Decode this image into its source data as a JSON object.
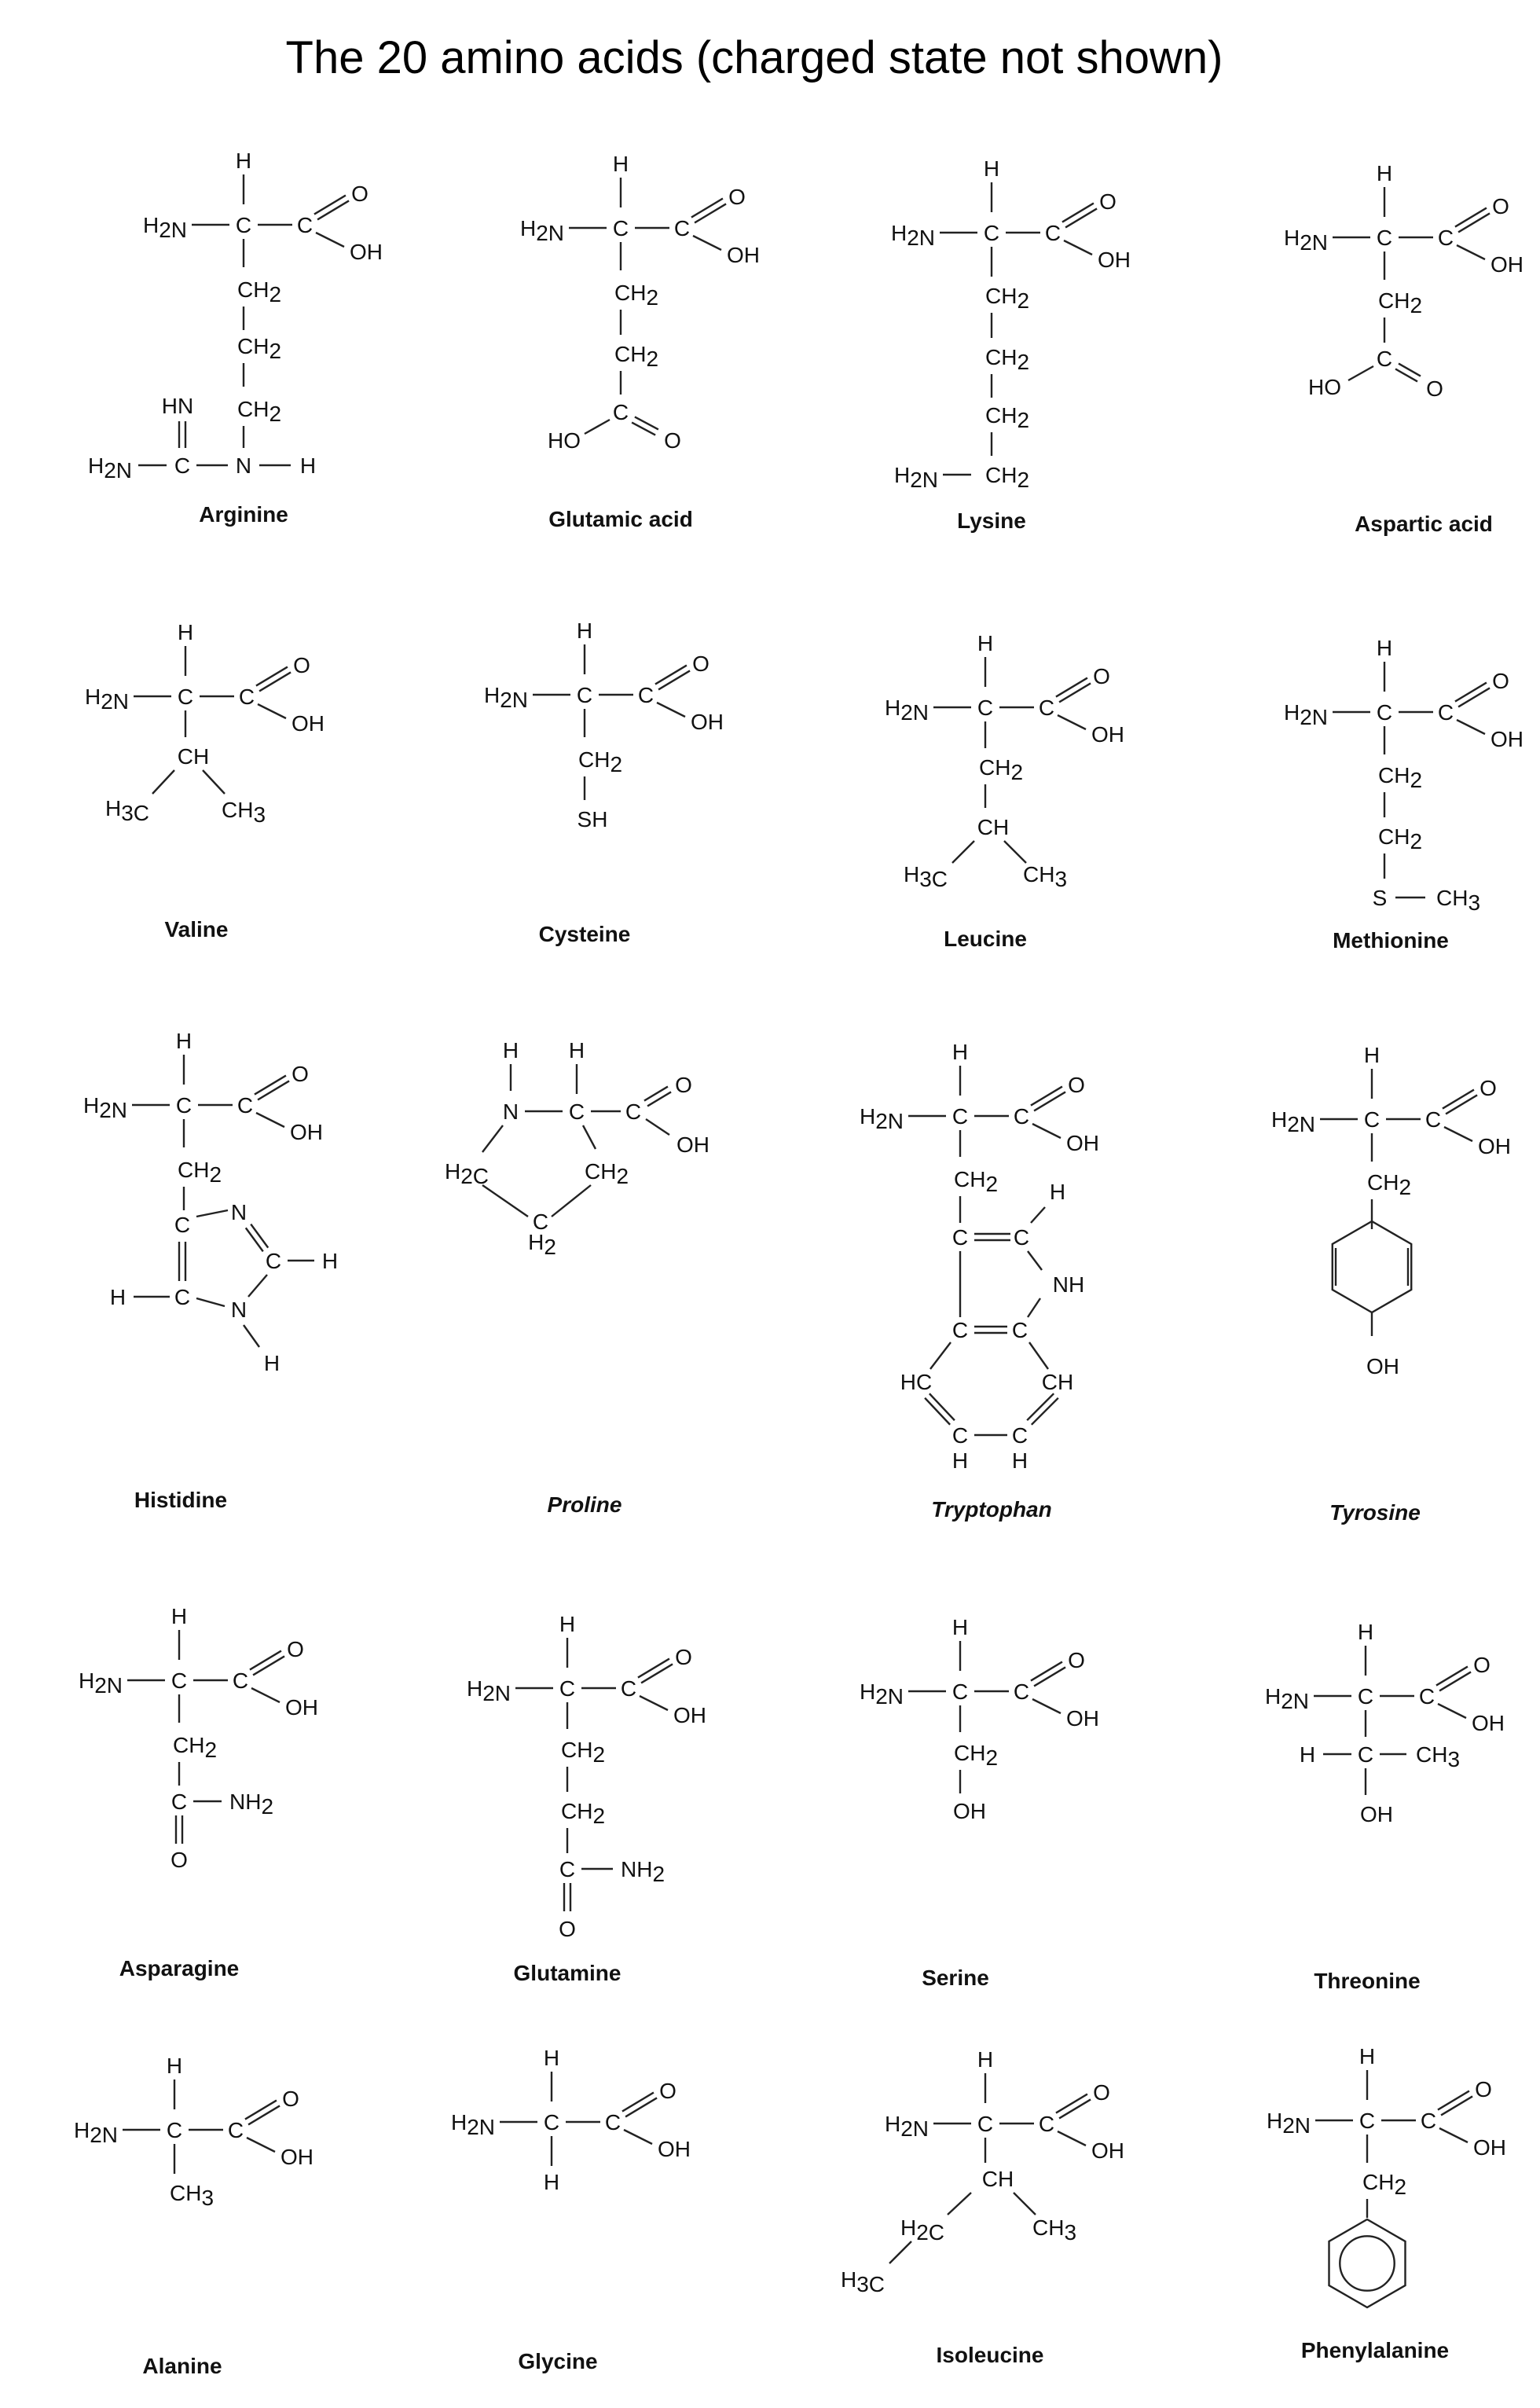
{
  "title": "The 20 amino acids (charged state not shown)",
  "amino_acids": [
    {
      "name": "Arginine",
      "italic": false
    },
    {
      "name": "Glutamic acid",
      "italic": false
    },
    {
      "name": "Lysine",
      "italic": false
    },
    {
      "name": "Aspartic acid",
      "italic": false
    },
    {
      "name": "Valine",
      "italic": false
    },
    {
      "name": "Cysteine",
      "italic": false
    },
    {
      "name": "Leucine",
      "italic": false
    },
    {
      "name": "Methionine",
      "italic": false
    },
    {
      "name": "Histidine",
      "italic": false
    },
    {
      "name": "Proline",
      "italic": true
    },
    {
      "name": "Tryptophan",
      "italic": true
    },
    {
      "name": "Tyrosine",
      "italic": true
    },
    {
      "name": "Asparagine",
      "italic": false
    },
    {
      "name": "Glutamine",
      "italic": false
    },
    {
      "name": "Serine",
      "italic": false
    },
    {
      "name": "Threonine",
      "italic": false
    },
    {
      "name": "Alanine",
      "italic": false
    },
    {
      "name": "Glycine",
      "italic": false
    },
    {
      "name": "Isoleucine",
      "italic": false
    },
    {
      "name": "Phenylalanine",
      "italic": false
    }
  ],
  "atom_labels": {
    "H": "H",
    "C": "C",
    "N": "N",
    "O": "O",
    "S": "S",
    "OH": "OH",
    "HO": "HO",
    "NH": "NH",
    "HN": "HN",
    "HC": "HC",
    "H2N": "H₂N",
    "NH2": "NH₂",
    "CH": "CH",
    "CH2": "CH₂",
    "CH3": "CH₃",
    "H2C": "H₂C",
    "H3C": "H₃C",
    "H2": "H₂",
    "SH": "SH"
  }
}
